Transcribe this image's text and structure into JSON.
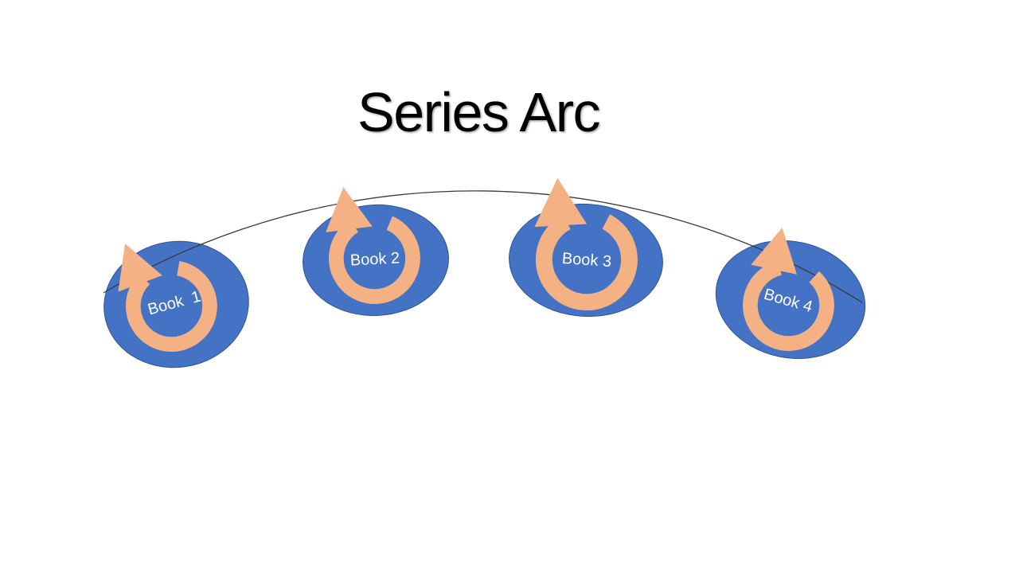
{
  "slide": {
    "title": "Series Arc"
  },
  "diagram": {
    "type": "series-arc-cycle-diagram",
    "books": [
      {
        "label": "Book  1"
      },
      {
        "label": "Book 2"
      },
      {
        "label": "Book 3"
      },
      {
        "label": "Book 4"
      }
    ]
  },
  "colors": {
    "background": "#FFFFFF",
    "title_text": "#000000",
    "ellipse_fill": "#4472C4",
    "ellipse_border": "#2F5597",
    "arrow_fill": "#F4B183",
    "arc_line": "#3A3A3A",
    "label_text": "#FFFFFF"
  }
}
